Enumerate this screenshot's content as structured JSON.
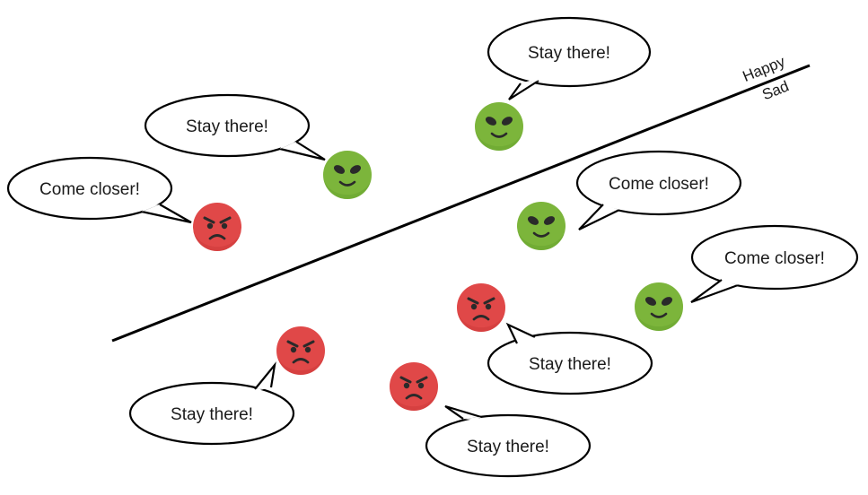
{
  "boundary": {
    "upper_label": "Happy",
    "lower_label": "Sad"
  },
  "colors": {
    "happy": "#7cb53b",
    "happy_shade": "#5f9a27",
    "sad": "#e04848",
    "sad_shade": "#c23434",
    "face": "#2a2a2a"
  },
  "agents": [
    {
      "id": "a1",
      "mood": "sad",
      "message": "Come closer!"
    },
    {
      "id": "a2",
      "mood": "happy",
      "message": "Stay there!"
    },
    {
      "id": "a3",
      "mood": "happy",
      "message": "Stay there!"
    },
    {
      "id": "a4",
      "mood": "happy",
      "message": "Come closer!"
    },
    {
      "id": "a5",
      "mood": "happy",
      "message": "Come closer!"
    },
    {
      "id": "a6",
      "mood": "sad",
      "message": "Stay there!"
    },
    {
      "id": "a7",
      "mood": "sad",
      "message": "Stay there!"
    },
    {
      "id": "a8",
      "mood": "sad",
      "message": "Stay there!"
    }
  ]
}
